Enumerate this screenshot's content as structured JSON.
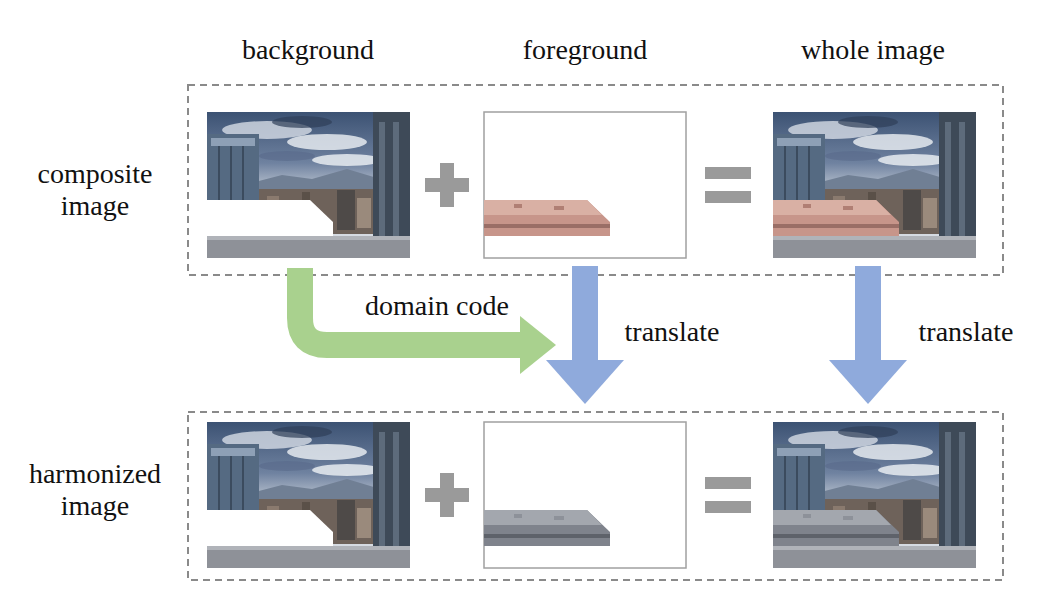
{
  "diagram": {
    "labels": [
      "background",
      "foreground",
      "whole image",
      "composite image",
      "harmonized image",
      "domain code",
      "translate",
      "translate"
    ]
  }
}
